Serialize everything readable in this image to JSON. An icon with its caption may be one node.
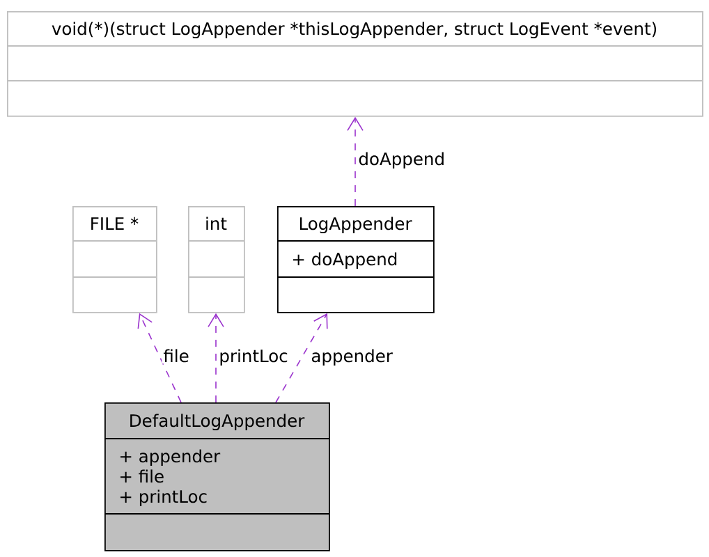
{
  "diagram": {
    "nodes": [
      {
        "text": [
          "void(*)(struct LogAppender *thisLogAppender, struct LogEvent *event)"
        ]
      },
      {
        "text": [
          "FILE *"
        ]
      },
      {
        "text": [
          "int"
        ]
      },
      {
        "text": [
          "LogAppender",
          "+ doAppend"
        ]
      },
      {
        "text": [
          "DefaultLogAppender",
          "+ appender",
          "+ file",
          "+ printLoc"
        ]
      }
    ],
    "edges": [
      {
        "from": 3,
        "to": 0,
        "arrow": "to",
        "label": "doAppend",
        "style": "dashed"
      },
      {
        "from": 4,
        "to": 1,
        "arrow": "to",
        "label": "file",
        "style": "dashed"
      },
      {
        "from": 4,
        "to": 2,
        "arrow": "to",
        "label": "printLoc",
        "style": "dashed"
      },
      {
        "from": 4,
        "to": 3,
        "arrow": "to",
        "label": "appender",
        "style": "dashed"
      }
    ]
  }
}
